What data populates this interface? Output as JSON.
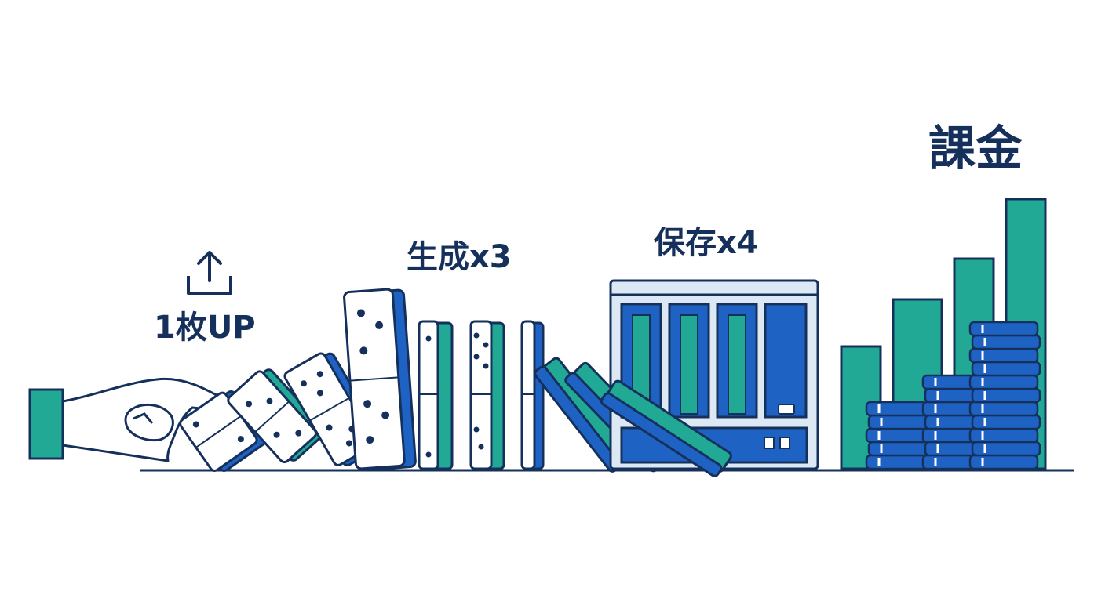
{
  "labels": {
    "upload": "1枚UP",
    "generate": "生成x3",
    "save": "保存x4",
    "billing": "課金"
  },
  "icons": {
    "upload": "upload-icon",
    "hand": "hand-icon",
    "storage": "storage-server-icon",
    "coins": "coin-stack-icon",
    "bars": "bar-growth-icon"
  },
  "colors": {
    "outline": "#16305c",
    "blue": "#1e63c4",
    "teal": "#21a996",
    "storage_face": "#dde8f5",
    "white": "#ffffff"
  }
}
